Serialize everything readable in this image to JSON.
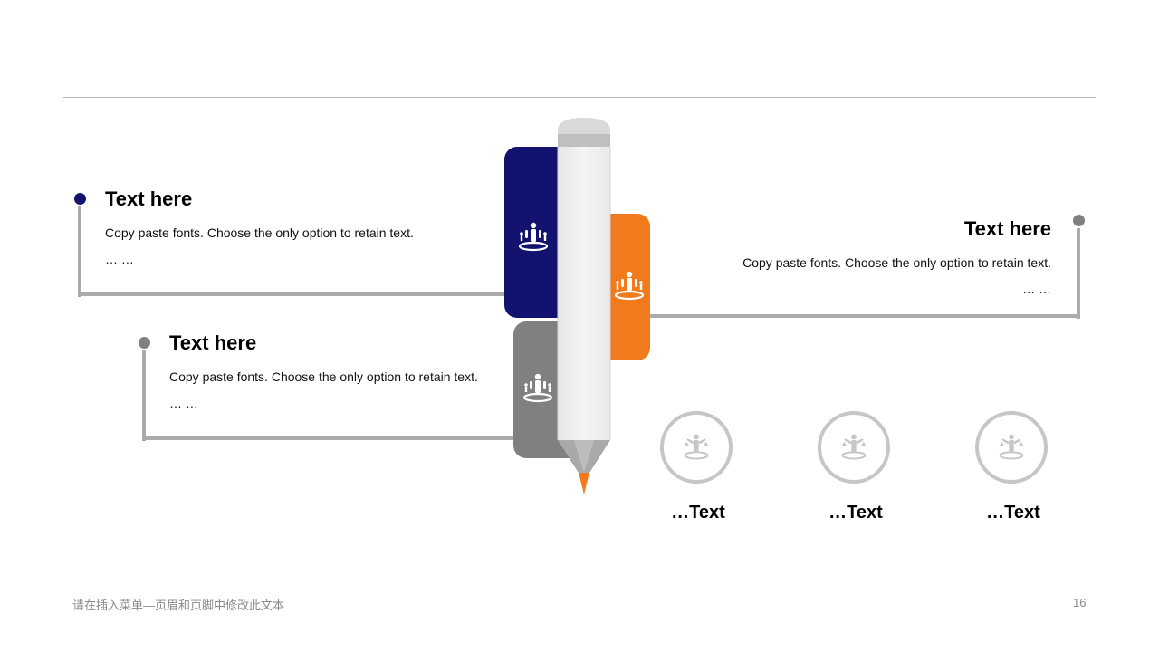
{
  "items": [
    {
      "title": "Text here",
      "body": "Copy paste fonts. Choose the only option to retain text.",
      "ellipsis": "… …"
    },
    {
      "title": "Text here",
      "body": "Copy paste fonts. Choose the only option to retain text.",
      "ellipsis": "… …"
    },
    {
      "title": "Text here",
      "body": "Copy paste fonts. Choose the only option to retain text.",
      "ellipsis": "… …"
    }
  ],
  "circles": [
    {
      "label": "…Text",
      "icon": "people-balance-icon"
    },
    {
      "label": "…Text",
      "icon": "people-balance-icon"
    },
    {
      "label": "…Text",
      "icon": "people-balance-icon"
    }
  ],
  "footer": {
    "text": "请在插入菜单—页眉和页脚中修改此文本",
    "page_number": "16"
  },
  "colors": {
    "navy": "#12136e",
    "orange": "#f07a1c",
    "gray": "#808080",
    "line": "#ababab",
    "circle": "#c6c6c6"
  }
}
